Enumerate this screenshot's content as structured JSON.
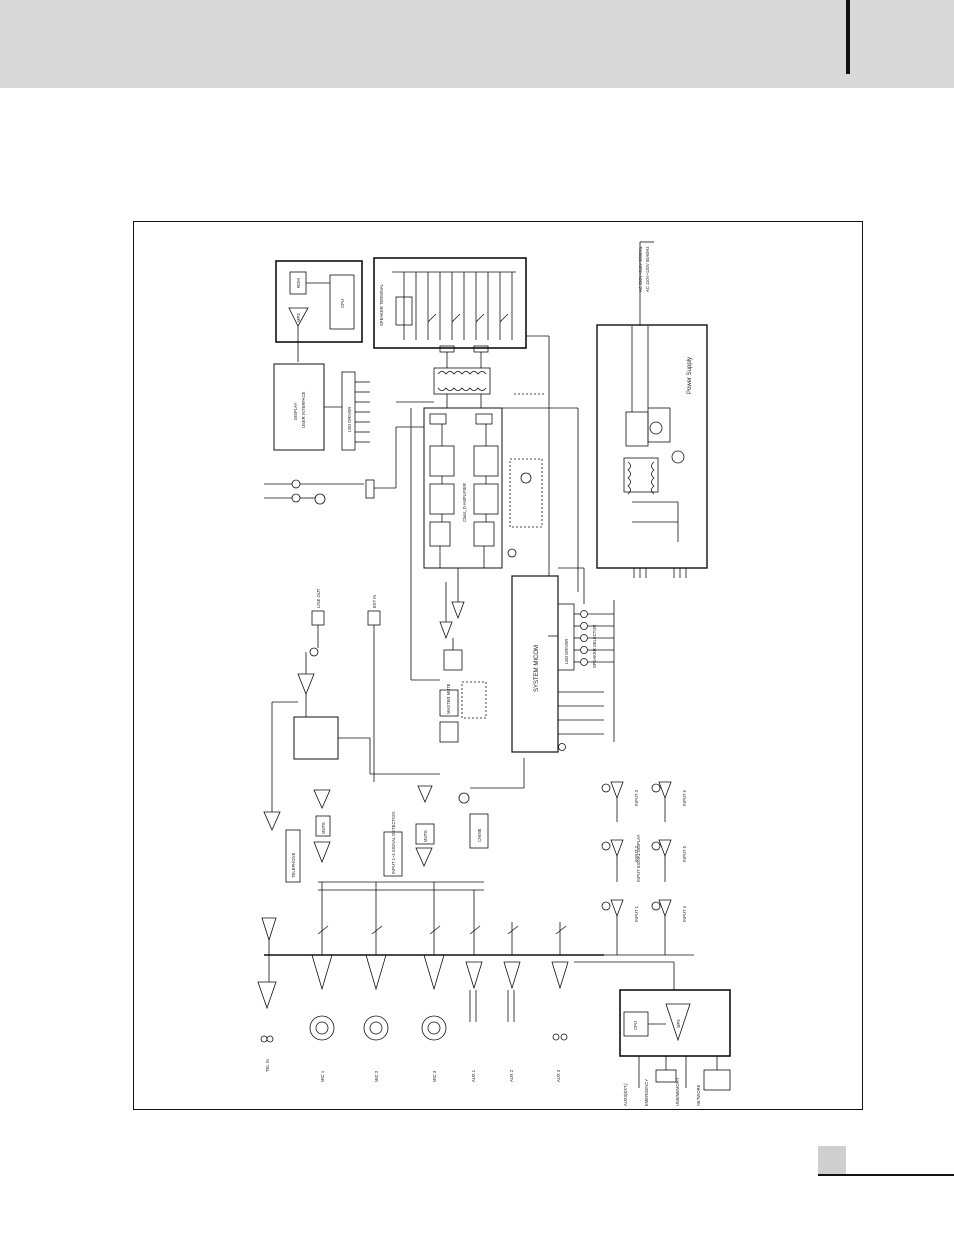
{
  "diagram": {
    "blocks": {
      "display": {
        "line1": "DISPLAY",
        "line2": "USER INTERFACE"
      },
      "led_driver_top": "LED DRIVER",
      "system_micom": "SYSTEM MICOM",
      "led_driver_micom": "LED DRIVER",
      "speaker_selector": "SPEAKER SELECTOR",
      "speaker_terminal": "SPEAKER TERMINAL",
      "class_d": "Class_D AMPLIFIER",
      "power_supply": "Power Supply",
      "mute": "MUTE",
      "chime": "CHIME",
      "telephone": "TELEPHONE",
      "input_signal_detection": "INPUT 1~4 SIGNAL DETECTION",
      "input_signal_display": "INPUT SIGNAL DISPLAY",
      "cpu": "CPU",
      "rom": "ROM",
      "mp3": "MP3",
      "master_mute": "MASTER MUTE"
    },
    "inputs": {
      "mic1": "MIC 1",
      "mic2": "MIC 2",
      "mic3": "MIC 3",
      "aux1": "AUX 1",
      "aux2": "AUX 2",
      "aux3": "AUX 3",
      "tel_in": "TEL IN",
      "ext_in": "EXT IN",
      "line_out": "LINE OUT"
    },
    "input_display": [
      "INPUT 1",
      "INPUT 2",
      "INPUT 3",
      "INPUT 4",
      "INPUT 5",
      "INPUT 6"
    ],
    "ac_input": {
      "line1": "AC 220V~240V 50/60Hz",
      "line2": "AC 110V~120V 50/60Hz"
    },
    "bottom_ports": [
      "AUX3(EXT.)",
      "EMERGENCY",
      "USB/MEMORY",
      "NETWORK"
    ]
  }
}
